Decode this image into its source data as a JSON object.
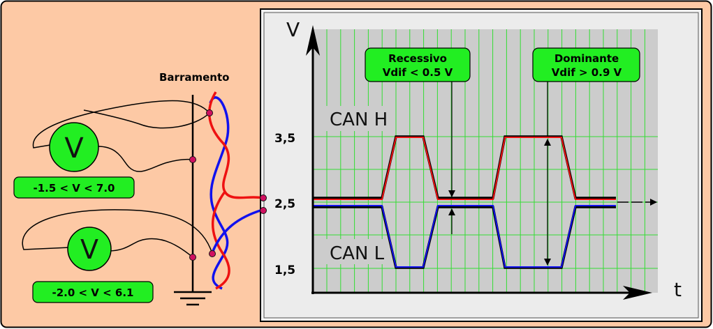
{
  "bus": {
    "label": "Barramento"
  },
  "voltmeters": [
    {
      "symbol": "V",
      "range": "-1.5 < V < 7.0"
    },
    {
      "symbol": "V",
      "range": "-2.0 < V < 6.1"
    }
  ],
  "graph": {
    "y_axis_label": "V",
    "x_axis_label": "t",
    "y_ticks": [
      "3,5",
      "2,5",
      "1,5"
    ],
    "can_h_label": "CAN H",
    "can_l_label": "CAN L",
    "recessive": {
      "title": "Recessivo",
      "condition": "Vdif < 0.5 V"
    },
    "dominant": {
      "title": "Dominante",
      "condition": "Vdif > 0.9 V"
    }
  },
  "colors": {
    "background": "#fdc9a5",
    "graph_bg": "#cccccc",
    "grid": "#33dd33",
    "can_h": "#ee1111",
    "can_l": "#1111ee",
    "badge": "#22ee22"
  }
}
